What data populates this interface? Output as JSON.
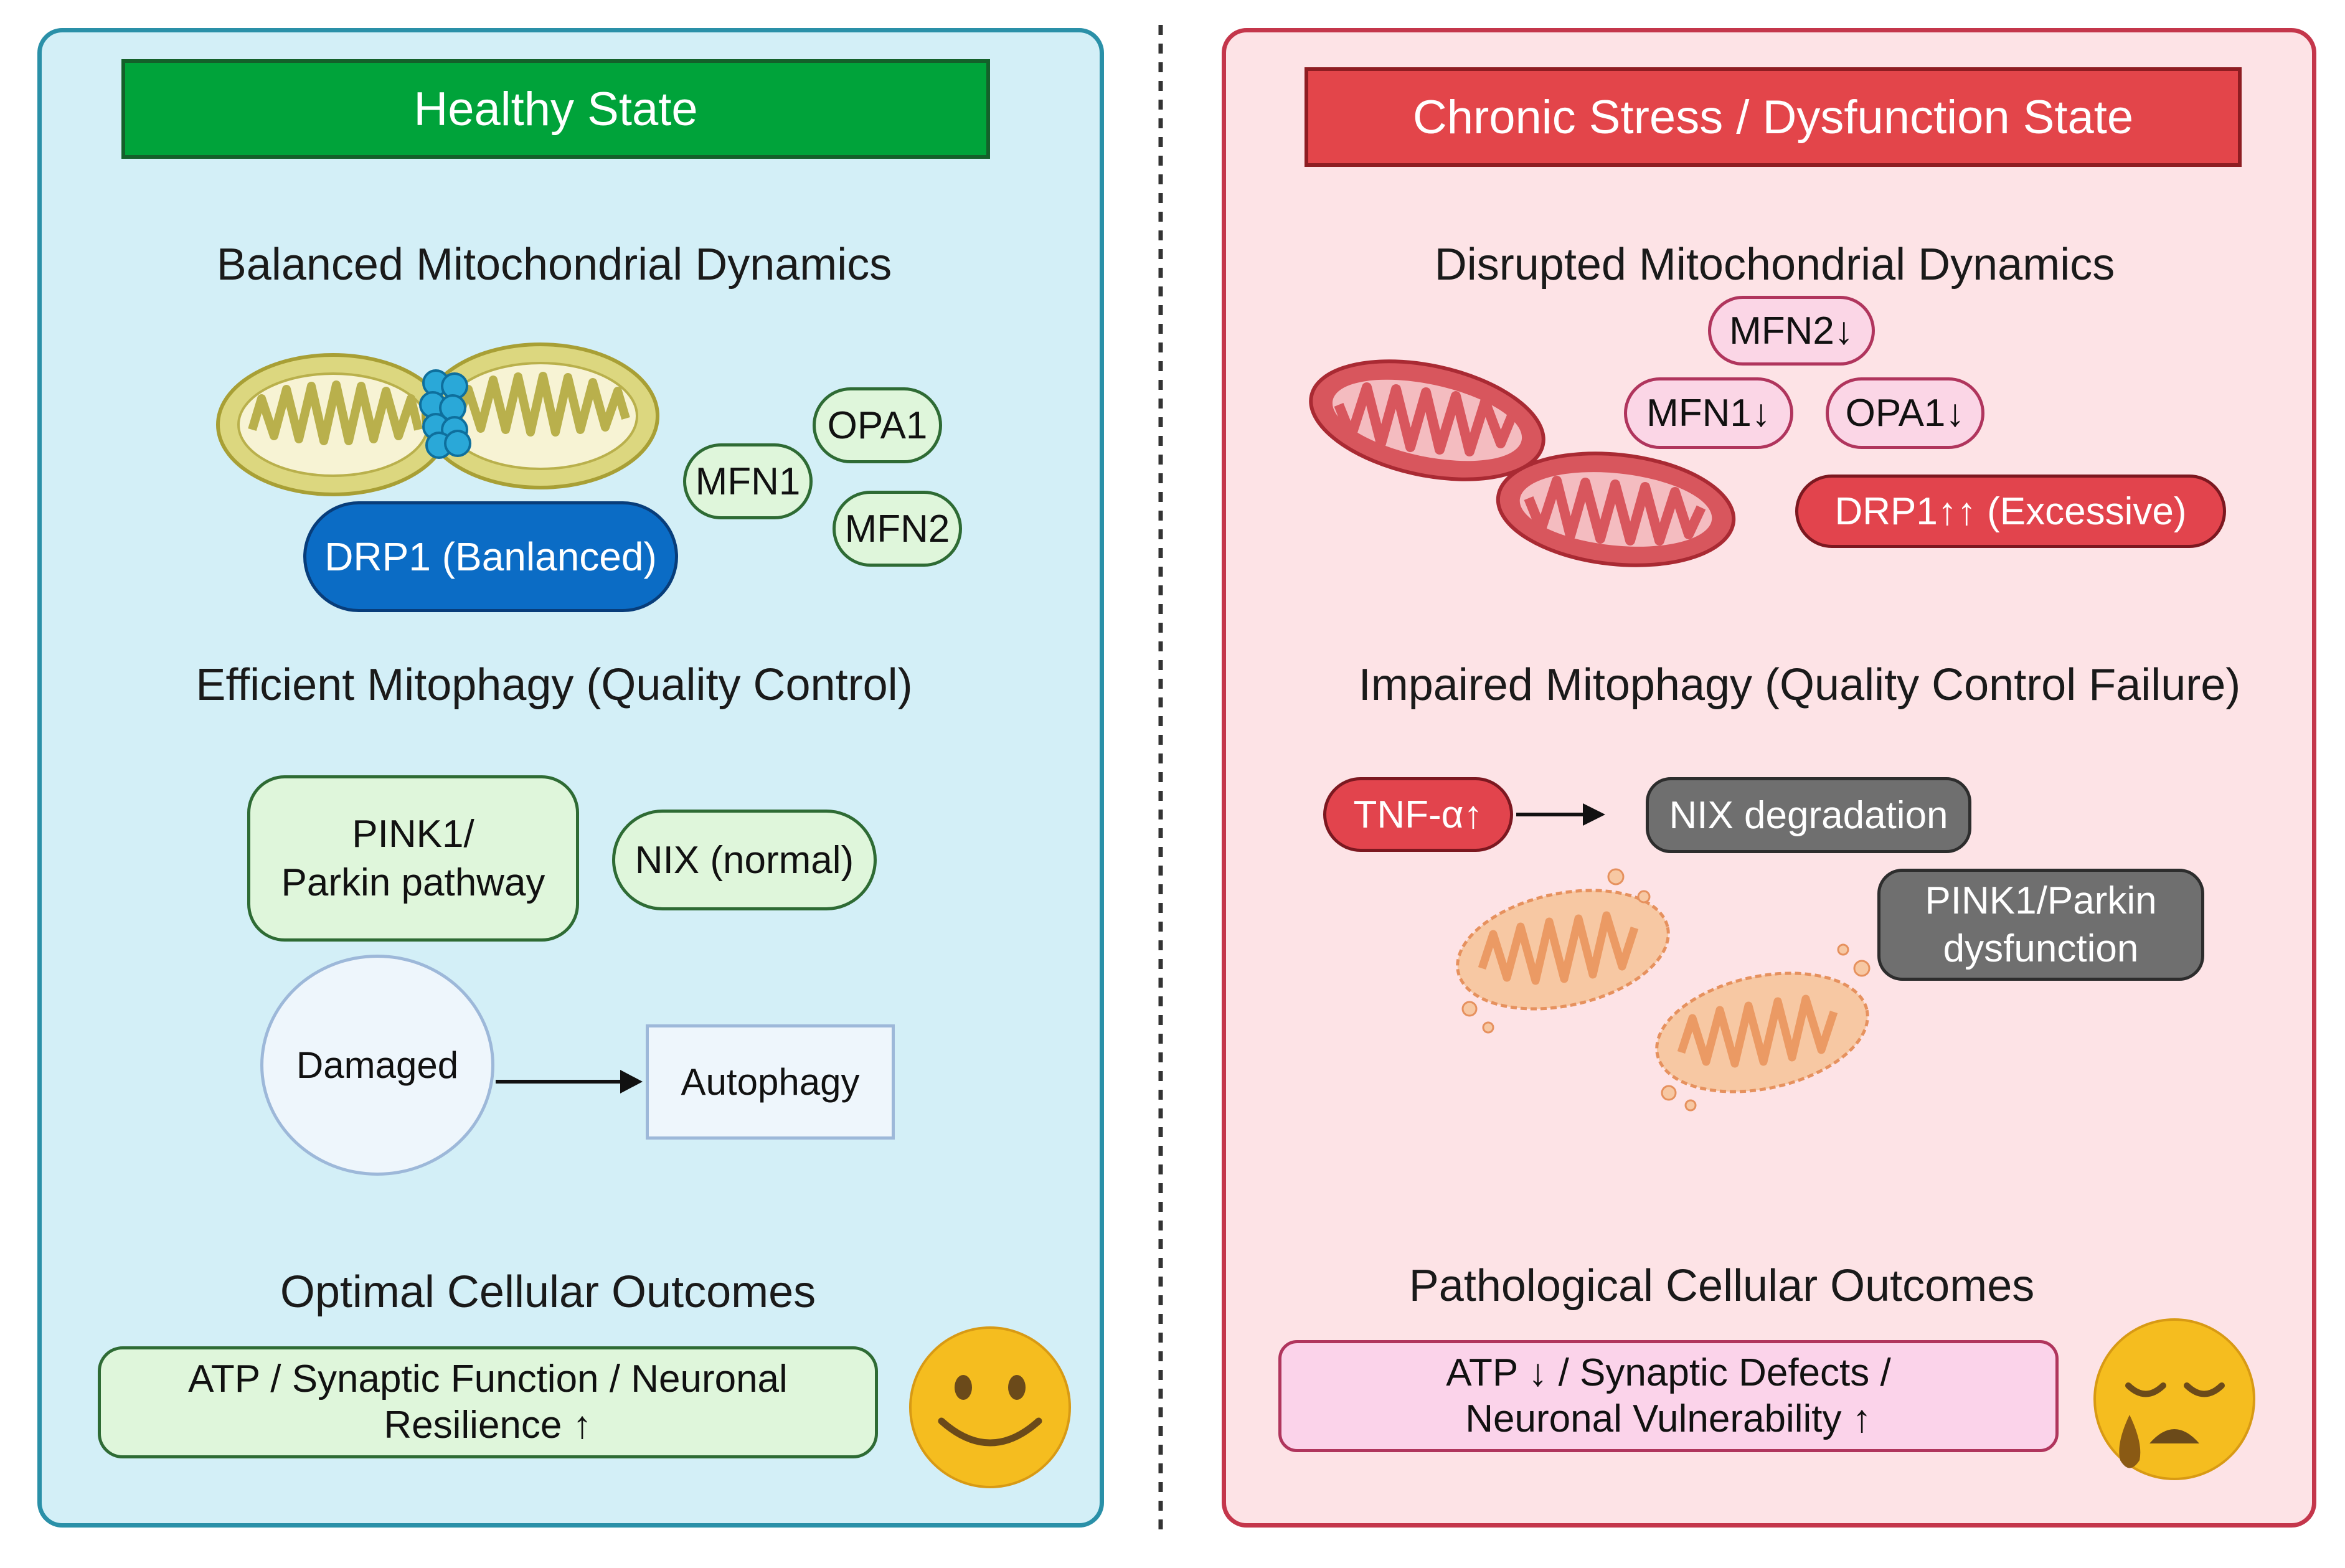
{
  "colors": {
    "healthy_panel_bg": "#d3eff7",
    "healthy_panel_border": "#2a90a8",
    "healthy_banner": "#00a33a",
    "stress_panel_bg": "#fde3e6",
    "stress_panel_border": "#c4364b",
    "stress_banner": "#e3454a",
    "light_green_pill": "#dff6db",
    "green_pill_border": "#2e6b34",
    "drp1_blue": "#0b6cc5",
    "pink_pill": "#fbd6e6",
    "pink_pill_border": "#b0355d",
    "red_pill": "#e2444d",
    "gray_box": "#6f6f6f",
    "outcome_pink": "#fbd3ea",
    "emoji_yellow": "#f5bd1f"
  },
  "healthy": {
    "banner": "Healthy State",
    "dynamics_title": "Balanced Mitochondrial Dynamics",
    "opa1": "OPA1",
    "mfn1": "MFN1",
    "mfn2": "MFN2",
    "drp1": "DRP1 (Banlanced)",
    "mitophagy_title": "Efficient Mitophagy (Quality Control)",
    "pink1_line1": "PINK1/",
    "pink1_line2": "Parkin pathway",
    "nix": "NIX (normal)",
    "damaged": "Damaged",
    "autophagy": "Autophagy",
    "outcomes_title": "Optimal Cellular Outcomes",
    "outcome_line1": "ATP / Synaptic Function / Neuronal",
    "outcome_line2": "Resilience ↑",
    "emoji_icon": "smiling-face-icon"
  },
  "stress": {
    "banner": "Chronic Stress / Dysfunction State",
    "dynamics_title": "Disrupted Mitochondrial Dynamics",
    "mfn2": "MFN2↓",
    "mfn1": "MFN1↓",
    "opa1": "OPA1↓",
    "drp1": "DRP1↑↑ (Excessive)",
    "mitophagy_title": "Impaired Mitophagy (Quality Control Failure)",
    "tnf": "TNF-α↑",
    "nix": "NIX degradation",
    "pink1_line1": "PINK1/Parkin",
    "pink1_line2": "dysfunction",
    "outcomes_title": "Pathological Cellular Outcomes",
    "outcome_line1": "ATP ↓ / Synaptic Defects /",
    "outcome_line2": "Neuronal Vulnerability ↑",
    "emoji_icon": "sad-tearful-face-icon"
  }
}
